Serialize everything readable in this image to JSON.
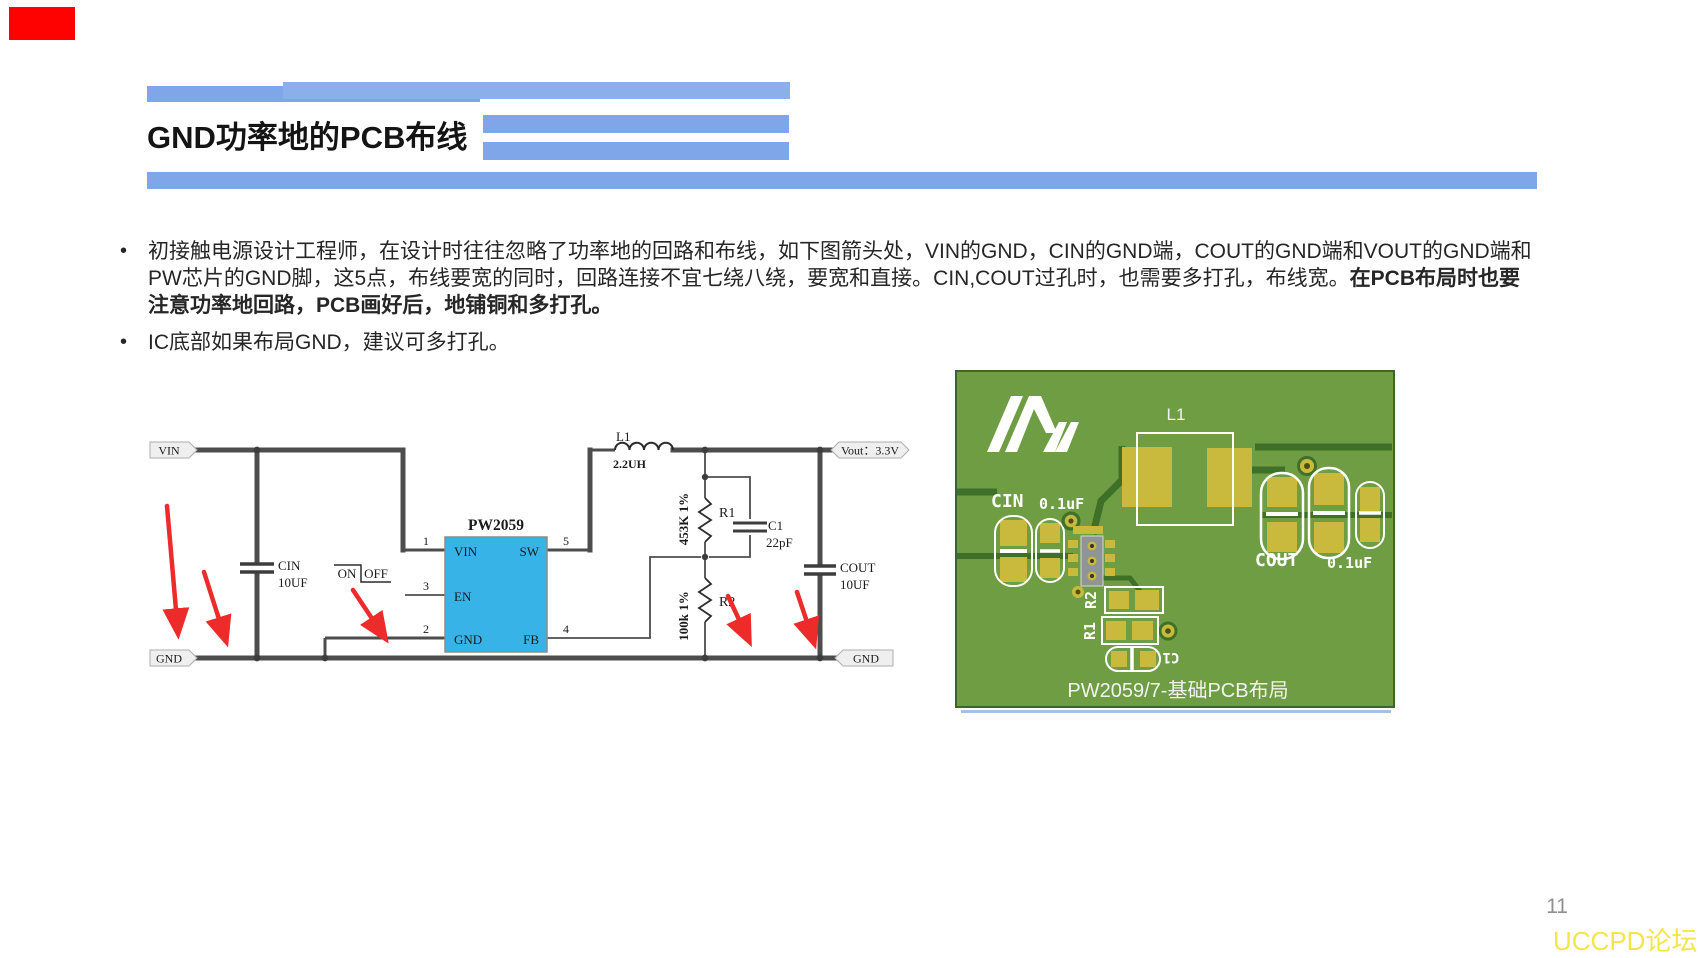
{
  "slide": {
    "title": "GND功率地的PCB布线",
    "page_number": "11",
    "watermark": "UCCPD论坛",
    "accent_bar_color": "#7EA6E8",
    "corner_block_color": "#FE0202"
  },
  "bullets": {
    "b1_normal": "初接触电源设计工程师，在设计时往往忽略了功率地的回路和布线，如下图箭头处，VIN的GND，CIN的GND端，COUT的GND端和VOUT的GND端和PW芯片的GND脚，这5点，布线要宽的同时，回路连接不宜七绕八绕，要宽和直接。CIN,COUT过孔时，也需要多打孔，布线宽。",
    "b1_bold": "在PCB布局时也要注意功率地回路，PCB画好后，地铺铜和多打孔。",
    "b2": "IC底部如果布局GND，建议可多打孔。"
  },
  "schematic": {
    "vin_label": "VIN",
    "vout_label": "Vout：3.3V",
    "gnd_left": "GND",
    "gnd_right": "GND",
    "cin_name": "CIN",
    "cin_value": "10UF",
    "switch_on": "ON",
    "switch_off": "OFF",
    "ic_name": "PW2059",
    "pin1_num": "1",
    "pin1_label": "VIN",
    "pin3_num": "3",
    "pin3_label": "EN",
    "pin2_num": "2",
    "pin2_label": "GND",
    "pin5_num": "5",
    "pin5_label": "SW",
    "pin4_num": "4",
    "pin4_label": "FB",
    "l1_name": "L1",
    "l1_value": "2.2UH",
    "r1_name": "R1",
    "r1_value": "453K 1%",
    "r2_name": "R2",
    "r2_value": "100k 1%",
    "c1_name": "C1",
    "c1_value": "22pF",
    "cout_name": "COUT",
    "cout_value": "10UF",
    "wire_color": "#4D4D4D",
    "ic_fill": "#38B3E8",
    "arrow_color": "#EE2B2B"
  },
  "pcb": {
    "l1": "L1",
    "cin": "CIN",
    "cin_value": "0.1uF",
    "cout": "COUT",
    "cout_value": "0.1uF",
    "r1": "R1",
    "r2": "R2",
    "c1": "C1",
    "caption": "PW2059/7-基础PCB布局",
    "board_color": "#6F9D43",
    "trace_color": "#3E7028",
    "pad_color": "#C9B93C",
    "silkscreen_color": "#FFFFFF"
  }
}
